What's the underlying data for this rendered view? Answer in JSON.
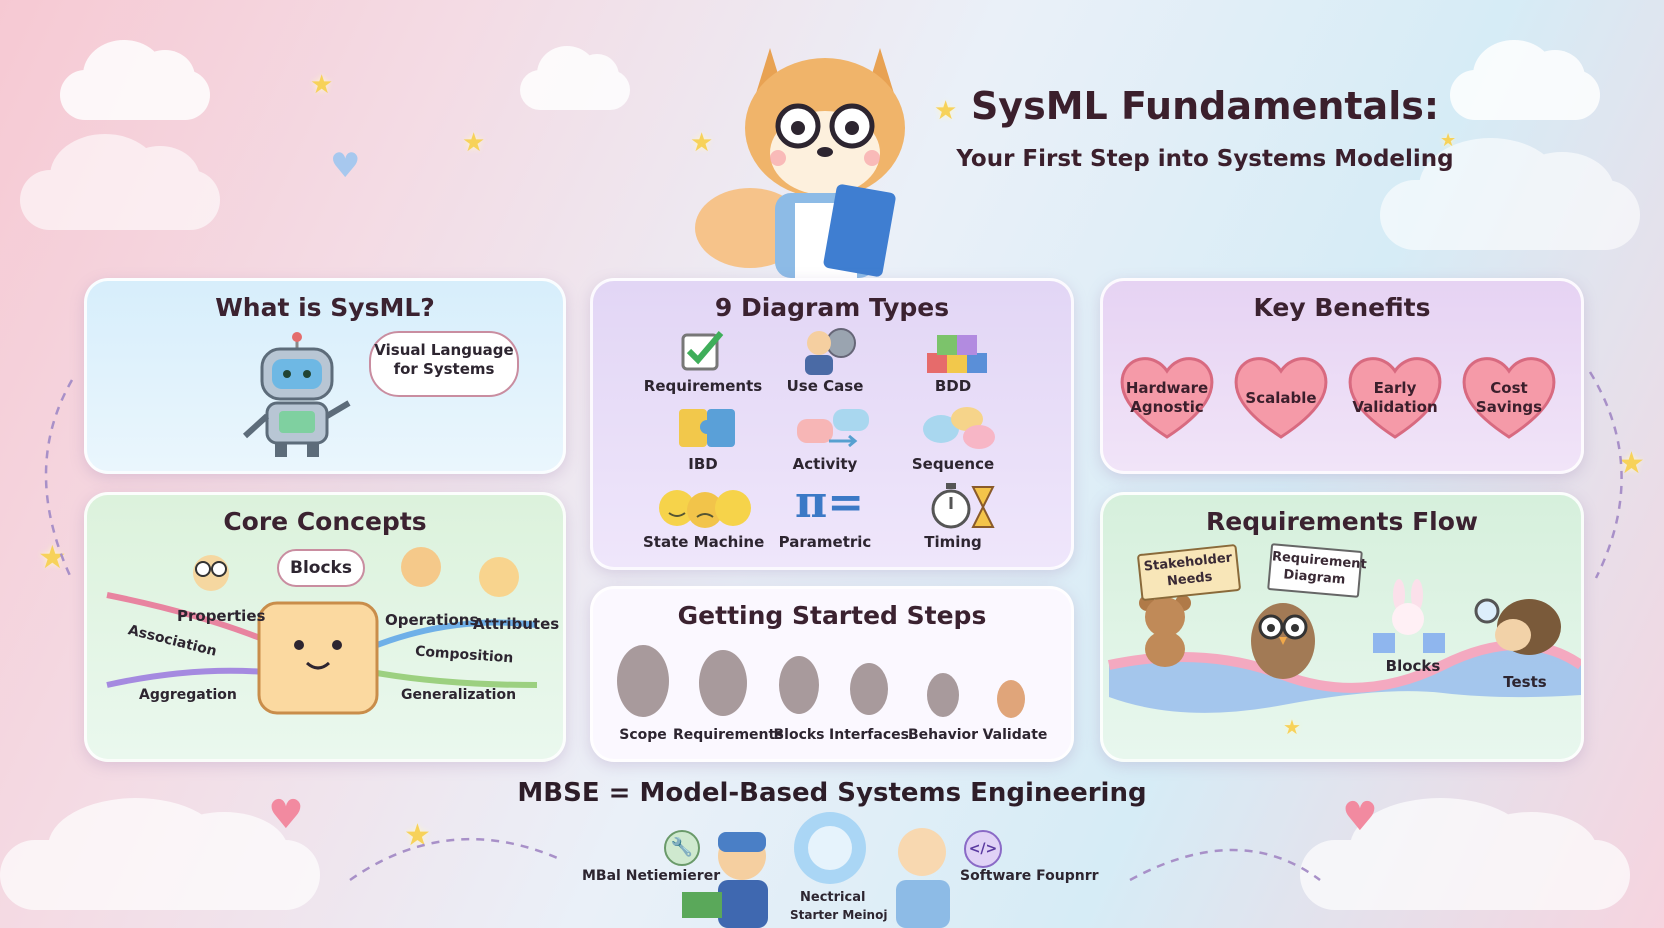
{
  "header": {
    "title": "SysML Fundamentals:",
    "subtitle": "Your First Step into Systems Modeling"
  },
  "what_is": {
    "title": "What is SysML?",
    "bubble_line1": "Visual Language",
    "bubble_line2": "for Systems"
  },
  "core": {
    "title": "Core Concepts",
    "center": "Blocks",
    "items": [
      "Properties",
      "Operations",
      "Attributes",
      "Association",
      "Composition",
      "Aggregation",
      "Generalization"
    ]
  },
  "diagrams": {
    "title": "9 Diagram Types",
    "items": [
      "Requirements",
      "Use Case",
      "BDD",
      "IBD",
      "Activity",
      "Sequence",
      "State Machine",
      "Parametric",
      "Timing"
    ]
  },
  "steps": {
    "title": "Getting Started Steps",
    "items": [
      "Scope",
      "Requirements",
      "Blocks",
      "Interfaces",
      "Behavior",
      "Validate"
    ]
  },
  "benefits": {
    "title": "Key Benefits",
    "items": [
      {
        "l1": "Hardware",
        "l2": "Agnostic"
      },
      {
        "l1": "Scalable",
        "l2": ""
      },
      {
        "l1": "Early",
        "l2": "Validation"
      },
      {
        "l1": "Cost",
        "l2": "Savings"
      }
    ]
  },
  "req_flow": {
    "title": "Requirements Flow",
    "sign1_l1": "Stakeholder",
    "sign1_l2": "Needs",
    "sign2_l1": "Requirement",
    "sign2_l2": "Diagram",
    "blocks": "Blocks",
    "tests": "Tests"
  },
  "mbse": {
    "title": "MBSE = Model-Based Systems Engineering",
    "left": "MBal Netiemierer",
    "center_l1": "Nectrical",
    "center_l2": "Starter Meinoj",
    "right": "Software Foupnrr"
  },
  "colors": {
    "accent": "#3b1f2c",
    "heart": "#f28aa0",
    "star": "#f7d25a"
  }
}
